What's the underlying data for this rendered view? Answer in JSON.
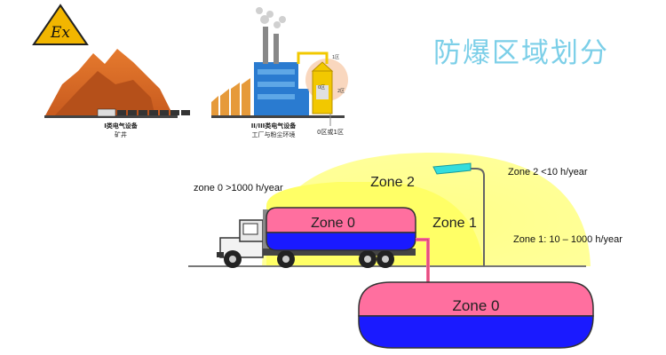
{
  "title": "防爆区域划分",
  "logo": {
    "text": "Ex",
    "icon": "ex-hazard-triangle-icon",
    "color": "#f2b600"
  },
  "mine": {
    "caption_main": "I类电气设备",
    "caption_sub": "矿井"
  },
  "factory": {
    "caption_main": "II/III类电气设备",
    "caption_sub": "工厂与粉尘环境",
    "zone_outer": "1区",
    "zone_inner": "2区",
    "zone_core": "0区",
    "bottom_caption": "0区或1区"
  },
  "zones": {
    "zone0_tank": "Zone 0",
    "zone0_storage": "Zone 0",
    "zone1": "Zone 1",
    "zone2": "Zone 2"
  },
  "legend": {
    "zone0": "zone 0 >1000 h/year",
    "zone1": "Zone 1: 10 – 1000 h/year",
    "zone2": "Zone 2 <10 h/year"
  },
  "colors": {
    "zone2": "#ffff99",
    "zone1": "#ffff66",
    "zone0_top": "#ff6f9f",
    "zone0_bottom": "#1a1aff",
    "title": "#7ccfe8"
  }
}
